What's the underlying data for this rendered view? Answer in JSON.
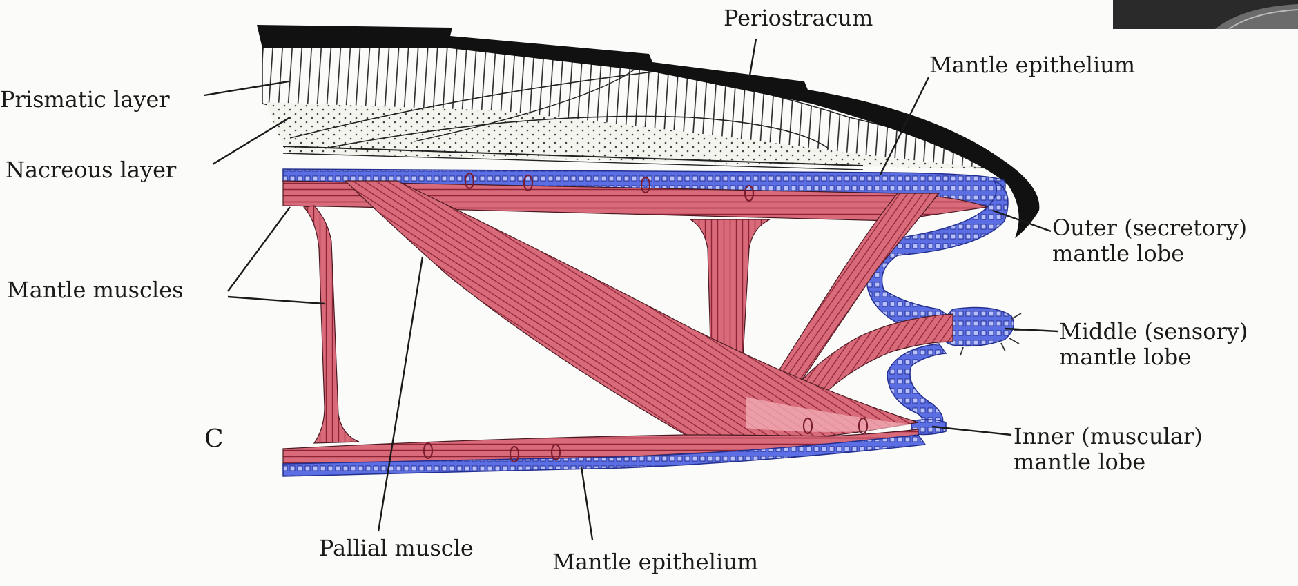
{
  "figure": {
    "panel_letter": "C",
    "colors": {
      "muscle": "#d96a7a",
      "muscle_light": "#f0aab3",
      "muscle_dark": "#a73446",
      "epithelium": "#5b6ee3",
      "epithelium_light": "#8f9cf0",
      "periostracum": "#111111",
      "background": "#fbfbf9"
    }
  },
  "labels": {
    "periostracum": "Periostracum",
    "prismatic_layer": "Prismatic layer",
    "nacreous_layer": "Nacreous layer",
    "mantle_epithelium_top": "Mantle epithelium",
    "mantle_muscles": "Mantle muscles",
    "outer_lobe": {
      "line1": "Outer (secretory)",
      "line2": "mantle lobe"
    },
    "middle_lobe": {
      "line1": "Middle (sensory)",
      "line2": "mantle lobe"
    },
    "inner_lobe": {
      "line1": "Inner (muscular)",
      "line2": "mantle lobe"
    },
    "pallial_muscle": "Pallial muscle",
    "mantle_epithelium_bottom": "Mantle epithelium"
  }
}
